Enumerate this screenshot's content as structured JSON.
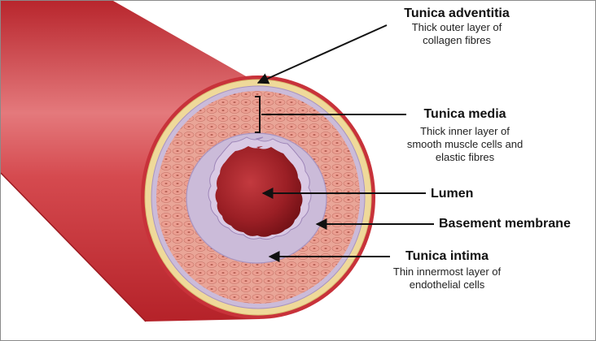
{
  "colors": {
    "vessel_outer": "#c8323a",
    "vessel_highlight": "#e07a7e",
    "adventitia": "#efd99a",
    "media": "#e8a296",
    "membrane": "#cbbbd9",
    "lumen": "#8b1a1f",
    "pointer": "#111111"
  },
  "labels": {
    "adventitia": {
      "title": "Tunica adventitia",
      "desc_line1": "Thick outer layer of",
      "desc_line2": "collagen fibres"
    },
    "media": {
      "title": "Tunica media",
      "desc_line1": "Thick inner layer of",
      "desc_line2": "smooth muscle cells and",
      "desc_line3": "elastic fibres"
    },
    "lumen": {
      "title": "Lumen"
    },
    "basement": {
      "title": "Basement membrane"
    },
    "intima": {
      "title": "Tunica intima",
      "desc_line1": "Thin innermost layer of",
      "desc_line2": "endothelial cells"
    }
  }
}
